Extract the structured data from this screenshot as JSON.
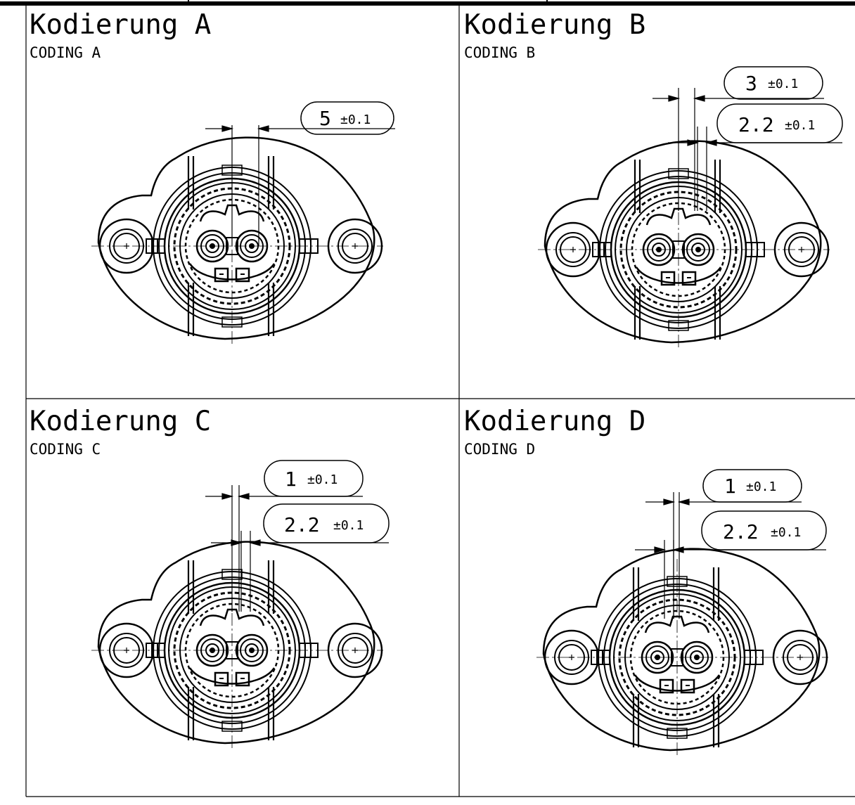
{
  "drawing": {
    "line_color": "#000000",
    "background": "#ffffff",
    "panels": [
      {
        "id": "A",
        "title": "Kodierung A",
        "subtitle": "CODING A",
        "dimensions": [
          {
            "value": "5",
            "tolerance": "±0.1"
          }
        ]
      },
      {
        "id": "B",
        "title": "Kodierung B",
        "subtitle": "CODING B",
        "dimensions": [
          {
            "value": "3",
            "tolerance": "±0.1"
          },
          {
            "value": "2.2",
            "tolerance": "±0.1"
          }
        ]
      },
      {
        "id": "C",
        "title": "Kodierung C",
        "subtitle": "CODING C",
        "dimensions": [
          {
            "value": "1",
            "tolerance": "±0.1"
          },
          {
            "value": "2.2",
            "tolerance": "±0.1"
          }
        ]
      },
      {
        "id": "D",
        "title": "Kodierung D",
        "subtitle": "CODING D",
        "dimensions": [
          {
            "value": "1",
            "tolerance": "±0.1"
          },
          {
            "value": "2.2",
            "tolerance": "±0.1"
          }
        ]
      }
    ]
  }
}
